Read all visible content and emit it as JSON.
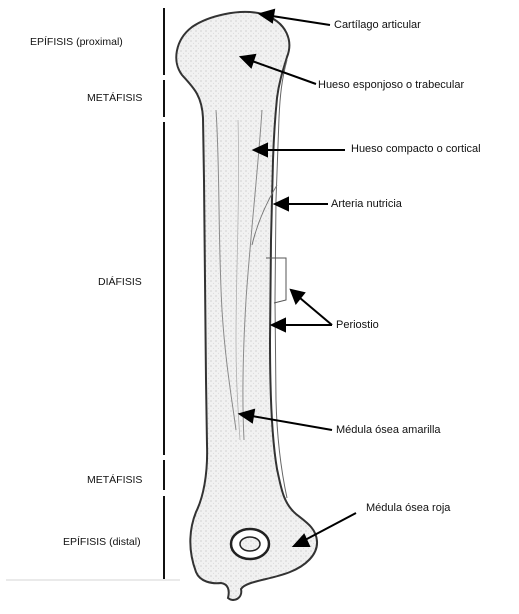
{
  "regions": {
    "epifisis_proximal": "EPÍFISIS (proximal)",
    "metafisis_top": "METÁFISIS",
    "diafisis": "DIÁFISIS",
    "metafisis_bottom": "METÁFISIS",
    "epifisis_distal": "EPÍFISIS (distal)"
  },
  "callouts": {
    "cartilago": "Cartílago articular",
    "esponjoso": "Hueso esponjoso o trabecular",
    "compacto": "Hueso compacto o cortical",
    "arteria": "Arteria nutricia",
    "periostio": "Periostio",
    "amarilla": "Médula ósea amarilla",
    "roja": "Médula ósea roja"
  }
}
